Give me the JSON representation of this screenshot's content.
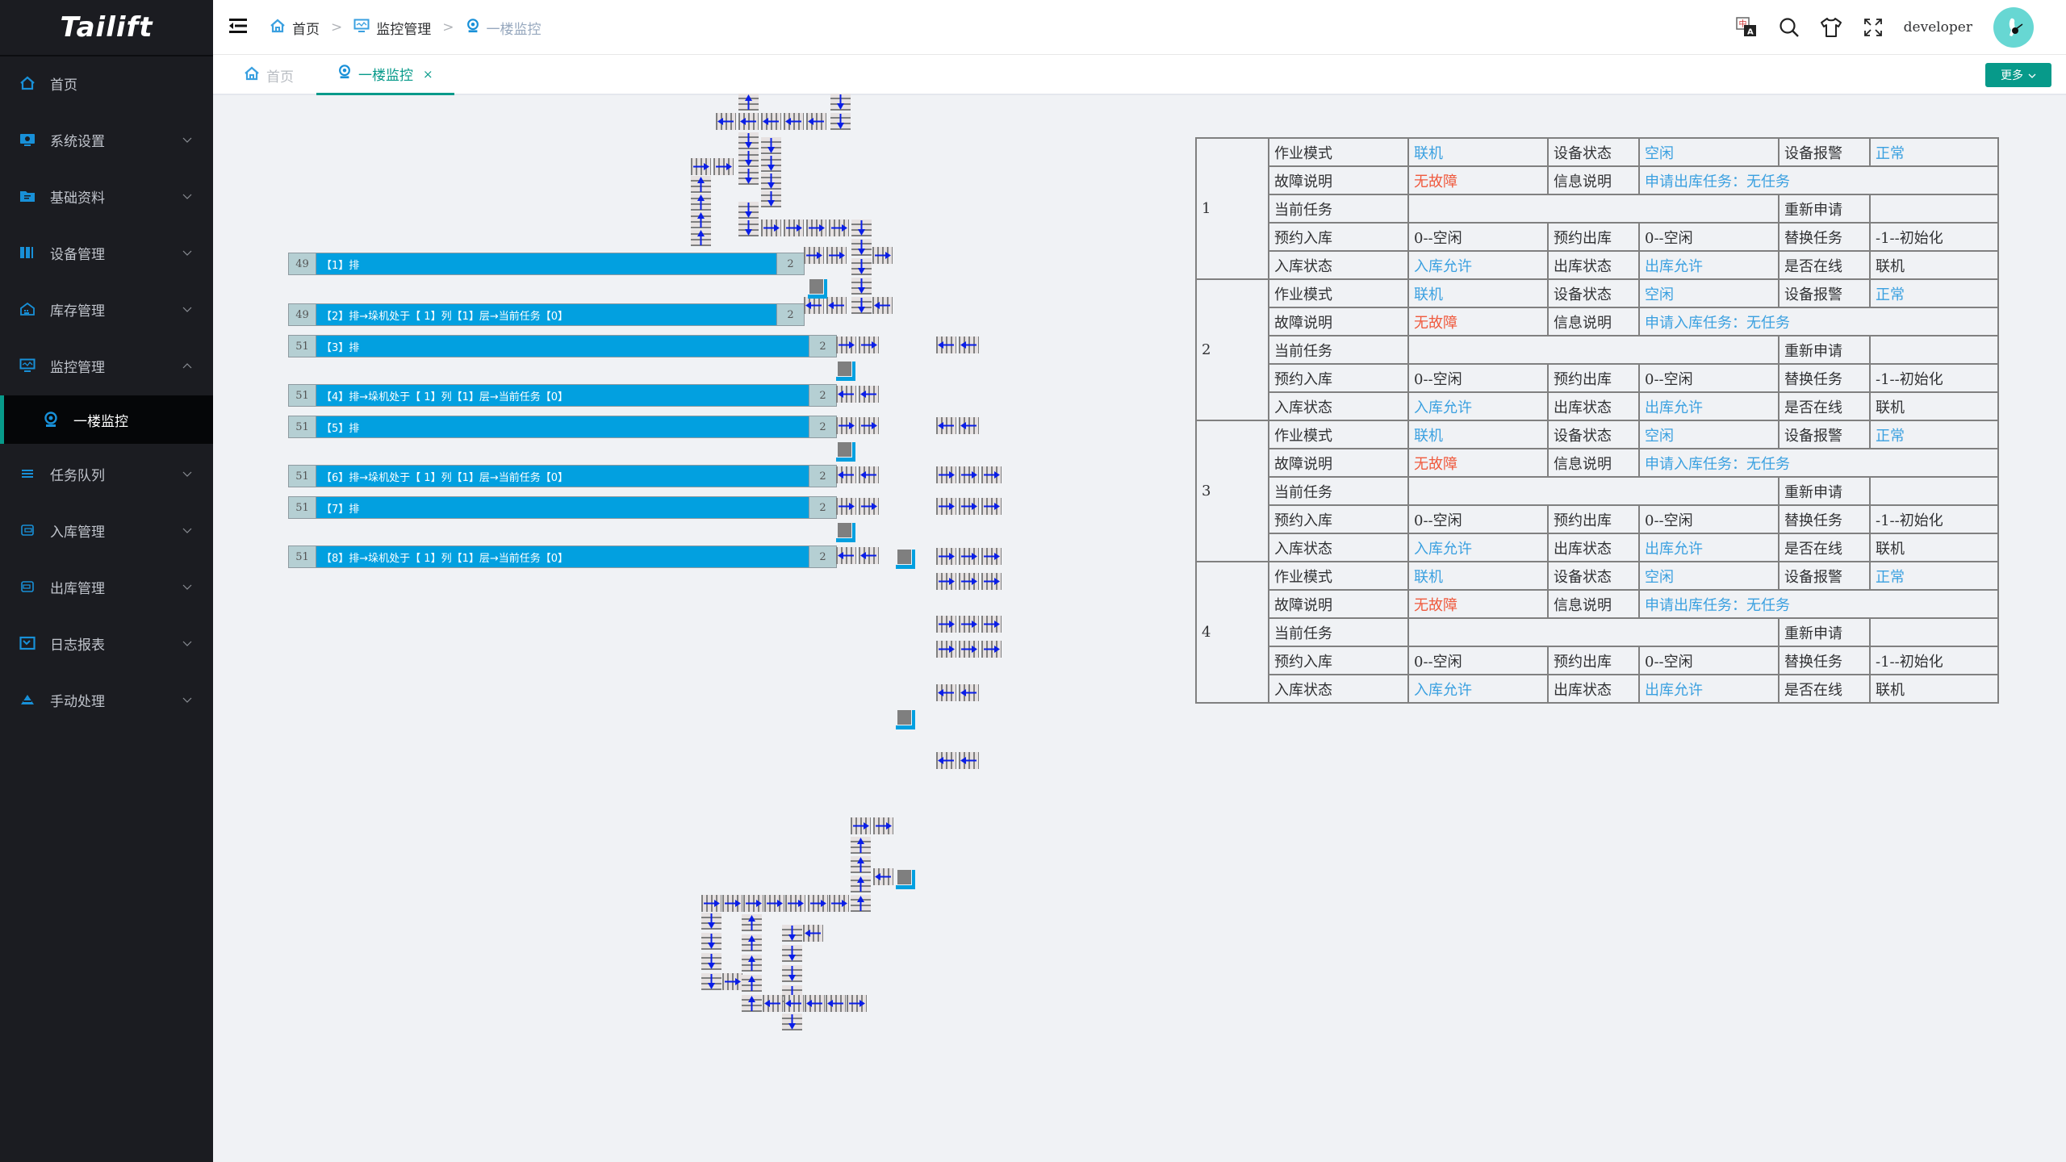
{
  "app": {
    "logo": "Tailift"
  },
  "sidebar": {
    "items": [
      {
        "label": "首页",
        "icon": "home-icon",
        "expandable": false
      },
      {
        "label": "系统设置",
        "icon": "monitor-gear-icon",
        "expandable": true
      },
      {
        "label": "基础资料",
        "icon": "folder-icon",
        "expandable": true
      },
      {
        "label": "设备管理",
        "icon": "binders-icon",
        "expandable": true
      },
      {
        "label": "库存管理",
        "icon": "warehouse-icon",
        "expandable": true
      },
      {
        "label": "监控管理",
        "icon": "monitor-icon",
        "expandable": true,
        "expanded": true
      },
      {
        "label": "任务队列",
        "icon": "list-icon",
        "expandable": true
      },
      {
        "label": "入库管理",
        "icon": "inbound-icon",
        "expandable": true
      },
      {
        "label": "出库管理",
        "icon": "outbound-icon",
        "expandable": true
      },
      {
        "label": "日志报表",
        "icon": "report-icon",
        "expandable": true
      },
      {
        "label": "手动处理",
        "icon": "triangle-icon",
        "expandable": true
      }
    ],
    "active_sub": {
      "label": "一楼监控",
      "icon": "webcam-icon"
    }
  },
  "header": {
    "breadcrumb": [
      "首页",
      "监控管理",
      "一楼监控"
    ],
    "username": "developer",
    "icons": [
      "translate-icon",
      "search-icon",
      "theme-shirt-icon",
      "fullscreen-icon"
    ]
  },
  "tabs": {
    "items": [
      {
        "label": "首页",
        "closable": false
      },
      {
        "label": "一楼监控",
        "closable": true,
        "active": true
      }
    ],
    "close_glyph": "×",
    "more_label": "更多"
  },
  "rows": [
    {
      "left": "49",
      "text": "【1】排",
      "right": "2"
    },
    {
      "left": "49",
      "text": "【2】排→垛机处于【 1】列【1】层→当前任务【0】",
      "right": "2"
    },
    {
      "left": "51",
      "text": "【3】排",
      "right": "2"
    },
    {
      "left": "51",
      "text": "【4】排→垛机处于【 1】列【1】层→当前任务【0】",
      "right": "2"
    },
    {
      "left": "51",
      "text": "【5】排",
      "right": "2"
    },
    {
      "left": "51",
      "text": "【6】排→垛机处于【 1】列【1】层→当前任务【0】",
      "right": "2"
    },
    {
      "left": "51",
      "text": "【7】排",
      "right": "2"
    },
    {
      "left": "51",
      "text": "【8】排→垛机处于【 1】列【1】层→当前任务【0】",
      "right": "2"
    }
  ],
  "labels": {
    "mode": "作业模式",
    "dev_state": "设备状态",
    "alarm": "设备报警",
    "fault": "故障说明",
    "info": "信息说明",
    "cur_task": "当前任务",
    "reapply": "重新申请",
    "resv_in": "预约入库",
    "resv_out": "预约出库",
    "replace": "替换任务",
    "in_state": "入库状态",
    "out_state": "出库状态",
    "online": "是否在线"
  },
  "devices": [
    {
      "id": "1",
      "mode": "联机",
      "dev_state": "空闲",
      "alarm": "正常",
      "fault": "无故障",
      "info": "申请出库任务：无任务",
      "cur_task": "",
      "reapply": "",
      "resv_in": "0--空闲",
      "resv_out": "0--空闲",
      "replace": "-1--初始化",
      "in_state": "入库允许",
      "out_state": "出库允许",
      "online": "联机"
    },
    {
      "id": "2",
      "mode": "联机",
      "dev_state": "空闲",
      "alarm": "正常",
      "fault": "无故障",
      "info": "申请入库任务：无任务",
      "cur_task": "",
      "reapply": "",
      "resv_in": "0--空闲",
      "resv_out": "0--空闲",
      "replace": "-1--初始化",
      "in_state": "入库允许",
      "out_state": "出库允许",
      "online": "联机"
    },
    {
      "id": "3",
      "mode": "联机",
      "dev_state": "空闲",
      "alarm": "正常",
      "fault": "无故障",
      "info": "申请入库任务：无任务",
      "cur_task": "",
      "reapply": "",
      "resv_in": "0--空闲",
      "resv_out": "0--空闲",
      "replace": "-1--初始化",
      "in_state": "入库允许",
      "out_state": "出库允许",
      "online": "联机"
    },
    {
      "id": "4",
      "mode": "联机",
      "dev_state": "空闲",
      "alarm": "正常",
      "fault": "无故障",
      "info": "申请出库任务：无任务",
      "cur_task": "",
      "reapply": "",
      "resv_in": "0--空闲",
      "resv_out": "0--空闲",
      "replace": "-1--初始化",
      "in_state": "入库允许",
      "out_state": "出库允许",
      "online": "联机"
    }
  ],
  "colors": {
    "accent": "#079a8a",
    "bar": "#02a0e0",
    "value_blue": "#3aa0e0",
    "fault_red": "#ef5a3e",
    "arrow": "#0a1ee8"
  }
}
